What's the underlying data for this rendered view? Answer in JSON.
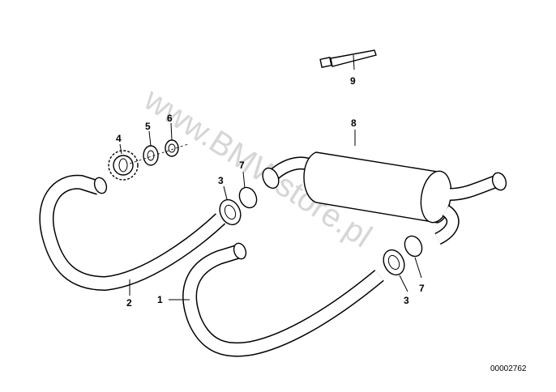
{
  "watermark": "www.BMWstore.pl",
  "diagram_code": "00002762",
  "callouts": [
    {
      "id": "c1",
      "label": "1"
    },
    {
      "id": "c2",
      "label": "2"
    },
    {
      "id": "c3a",
      "label": "3"
    },
    {
      "id": "c3b",
      "label": "3"
    },
    {
      "id": "c4",
      "label": "4"
    },
    {
      "id": "c5",
      "label": "5"
    },
    {
      "id": "c6",
      "label": "6"
    },
    {
      "id": "c7a",
      "label": "7"
    },
    {
      "id": "c7b",
      "label": "7"
    },
    {
      "id": "c8",
      "label": "8"
    },
    {
      "id": "c9",
      "label": "9"
    }
  ],
  "colors": {
    "ink": "#000000",
    "watermark": "#cfcfcf",
    "background": "#ffffff"
  }
}
